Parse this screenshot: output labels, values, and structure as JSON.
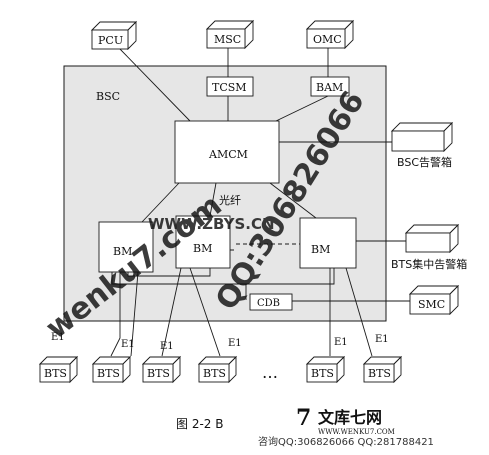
{
  "diagram": {
    "bsc_label": "BSC",
    "core_servers": {
      "pcu": "PCU",
      "msc": "MSC",
      "omc": "OMC"
    },
    "bsc_units": {
      "tcsm": "TCSM",
      "bam": "BAM",
      "amcm": "AMCM",
      "cdb": "CDB"
    },
    "fiber_label": "光纤",
    "bm_labels": [
      "BM",
      "BM",
      "BM"
    ],
    "alarm_boxes": {
      "bsc_alarm": "BSC告警箱",
      "bts_alarm": "BTS集中告警箱",
      "smc": "SMC"
    },
    "e1_labels": [
      "E1",
      "E1",
      "E1",
      "E1",
      "E1",
      "E1"
    ],
    "bts_labels": [
      "BTS",
      "BTS",
      "BTS",
      "BTS",
      "BTS",
      "BTS"
    ],
    "ellipsis": "…",
    "caption": "图 2-2 B"
  },
  "watermarks": {
    "wenku": "wenku7.com",
    "zbys": "WWW.ZBYS.CN",
    "qq": "QQ:306826066",
    "logo_cn": "文库七网",
    "logo_url": "WWW.WENKU7.COM",
    "contact": "咨询QQ:306826066 QQ:281788421"
  },
  "colors": {
    "bsc_fill": "#e6e6e6",
    "watermark": "#d8561f",
    "stroke": "#1a1a1a"
  }
}
